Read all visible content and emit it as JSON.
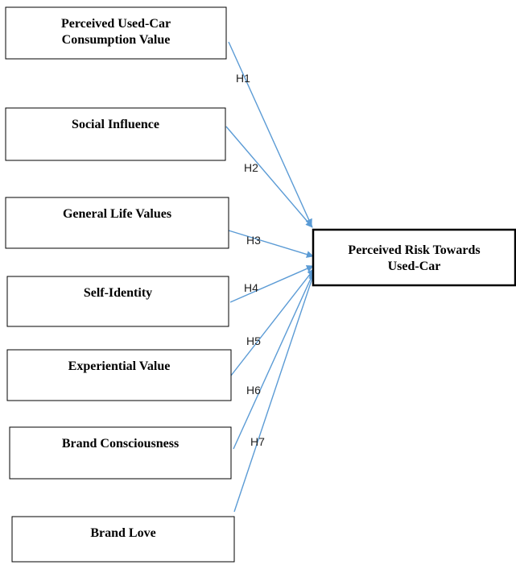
{
  "diagram": {
    "colors": {
      "arrow": "#5b9bd5",
      "box_border": "#000000",
      "text": "#000000"
    },
    "constructs": [
      {
        "id": "pucv",
        "lines": [
          "Perceived Used-Car",
          "Consumption Value"
        ]
      },
      {
        "id": "si",
        "lines": [
          "Social Influence"
        ]
      },
      {
        "id": "glv",
        "lines": [
          "General Life Values"
        ]
      },
      {
        "id": "sid",
        "lines": [
          "Self-Identity"
        ]
      },
      {
        "id": "ev",
        "lines": [
          "Experiential Value"
        ]
      },
      {
        "id": "bc",
        "lines": [
          "Brand Consciousness"
        ]
      },
      {
        "id": "bl",
        "lines": [
          "Brand Love"
        ]
      }
    ],
    "outcome": {
      "id": "prt",
      "lines": [
        "Perceived Risk Towards",
        "Used-Car"
      ]
    },
    "hypotheses": [
      {
        "label": "H1",
        "from": "pucv",
        "to": "prt"
      },
      {
        "label": "H2",
        "from": "si",
        "to": "prt"
      },
      {
        "label": "H3",
        "from": "glv",
        "to": "prt"
      },
      {
        "label": "H4",
        "from": "sid",
        "to": "prt"
      },
      {
        "label": "H5",
        "from": "ev",
        "to": "prt"
      },
      {
        "label": "H6",
        "from": "bc",
        "to": "prt"
      },
      {
        "label": "H7",
        "from": "bl",
        "to": "prt"
      }
    ]
  }
}
